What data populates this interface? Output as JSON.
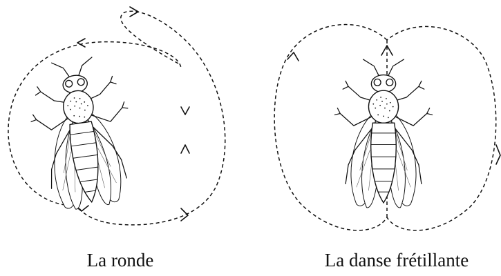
{
  "figure": {
    "panels": [
      {
        "id": "round",
        "caption": "La ronde"
      },
      {
        "id": "waggle",
        "caption": "La danse frétillante"
      }
    ]
  }
}
